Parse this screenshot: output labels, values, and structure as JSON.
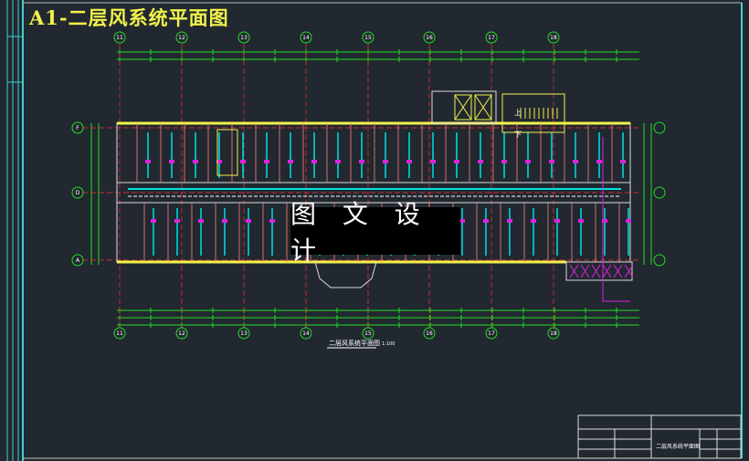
{
  "title": "A1-二层风系统平面图",
  "watermark": "图 文 设 计",
  "drawing_caption": "二层风系统平面图",
  "drawing_scale": "1:100",
  "axes_top": [
    "11",
    "12",
    "13",
    "14",
    "15",
    "16",
    "17",
    "18"
  ],
  "axes_bottom": [
    "11",
    "12",
    "13",
    "14",
    "15",
    "16",
    "17",
    "18"
  ],
  "axes_left": [
    "F",
    "D",
    "A"
  ],
  "stair_labels": {
    "up": "上",
    "down": "下"
  },
  "title_block": {
    "drawing_name": "二层风系统平面图"
  },
  "colors": {
    "background": "#212830",
    "wall": "#f2f24a",
    "duct": "#00e0e0",
    "axis": "#ff3030",
    "dimension": "#20e020",
    "equipment": "#e020e0",
    "frame": "#40d0d0"
  }
}
